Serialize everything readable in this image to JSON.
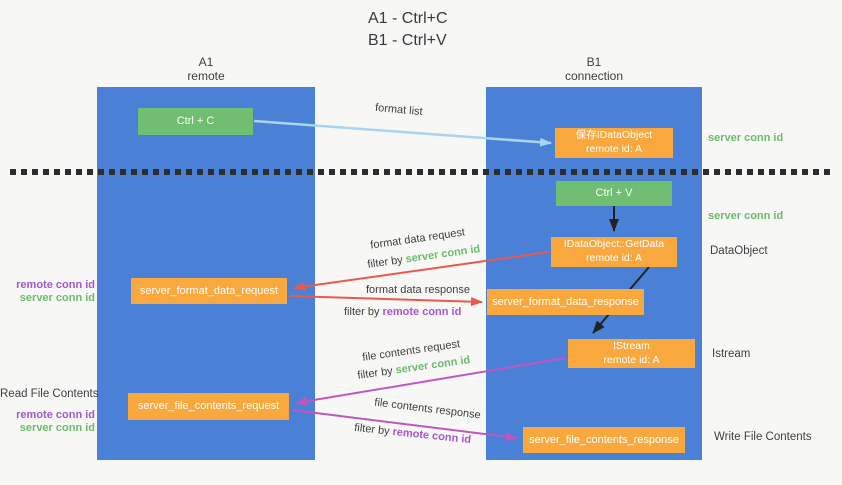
{
  "title": {
    "line1": "A1 - Ctrl+C",
    "line2": "B1 - Ctrl+V"
  },
  "columns": {
    "a1": {
      "name": "A1",
      "subtitle": "remote"
    },
    "b1": {
      "name": "B1",
      "subtitle": "connection"
    }
  },
  "boxes": {
    "ctrl_c": {
      "label": "Ctrl + C"
    },
    "save_dataobject": {
      "line1": "保存IDataObject",
      "line2": "remote id: A"
    },
    "ctrl_v": {
      "label": "Ctrl + V"
    },
    "getdata": {
      "line1": "IDataObject::GetData",
      "line2": "remote id: A"
    },
    "format_request": {
      "label": "server_format_data_request"
    },
    "format_response": {
      "label": "server_format_data_response"
    },
    "istream": {
      "line1": "IStream",
      "line2": "remote id: A"
    },
    "file_request": {
      "label": "server_file_contents_request"
    },
    "file_response": {
      "label": "server_file_contents_response"
    }
  },
  "flow_labels": {
    "format_list": "format list",
    "format_data_request": "format data request",
    "format_data_response": "format data response",
    "file_contents_request": "file contents request",
    "file_contents_response": "file contents response",
    "filter_by": "filter by",
    "server_conn_id": "server conn id",
    "remote_conn_id": "remote conn id"
  },
  "side_labels": {
    "server_conn_id": "server conn id",
    "remote_conn_id": "remote conn id",
    "dataobject": "DataObject",
    "istream": "Istream",
    "read_file_contents": "Read File Contents",
    "write_file_contents": "Write File Contents"
  },
  "colors": {
    "column_blue": "#4a80d5",
    "box_green": "#70be72",
    "box_orange": "#f8a83c",
    "arrow_red": "#e9594f",
    "arrow_magenta": "#c156c0",
    "arrow_blue": "#a9d5f1",
    "arrow_black": "#222222",
    "text_green": "#6cbb6c",
    "text_purple": "#a756cc",
    "text_dark": "#3f3f3f",
    "background": "#f7f7f6"
  }
}
